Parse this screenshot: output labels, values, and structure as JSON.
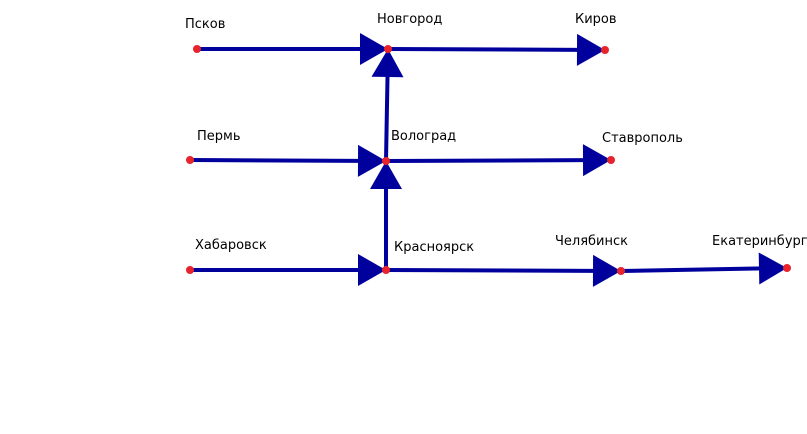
{
  "colors": {
    "edge": "#00009c",
    "node": "#e8232b",
    "label": "#000000"
  },
  "nodes": [
    {
      "id": "pskov",
      "label": "Псков"
    },
    {
      "id": "novgorod",
      "label": "Новгород"
    },
    {
      "id": "kirov",
      "label": "Киров"
    },
    {
      "id": "perm",
      "label": "Пермь"
    },
    {
      "id": "volgograd",
      "label": "Волоград"
    },
    {
      "id": "stavropol",
      "label": "Ставрополь"
    },
    {
      "id": "khabarovsk",
      "label": "Хабаровск"
    },
    {
      "id": "krasnoyarsk",
      "label": "Красноярск"
    },
    {
      "id": "chelyabinsk",
      "label": "Челябинск"
    },
    {
      "id": "ekaterinburg",
      "label": "Екатеринбург"
    }
  ],
  "edges": [
    {
      "from": "pskov",
      "to": "novgorod"
    },
    {
      "from": "novgorod",
      "to": "kirov"
    },
    {
      "from": "perm",
      "to": "volgograd"
    },
    {
      "from": "volgograd",
      "to": "stavropol"
    },
    {
      "from": "khabarovsk",
      "to": "krasnoyarsk"
    },
    {
      "from": "krasnoyarsk",
      "to": "chelyabinsk"
    },
    {
      "from": "chelyabinsk",
      "to": "ekaterinburg"
    },
    {
      "from": "volgograd",
      "to": "novgorod"
    },
    {
      "from": "krasnoyarsk",
      "to": "volgograd"
    }
  ]
}
